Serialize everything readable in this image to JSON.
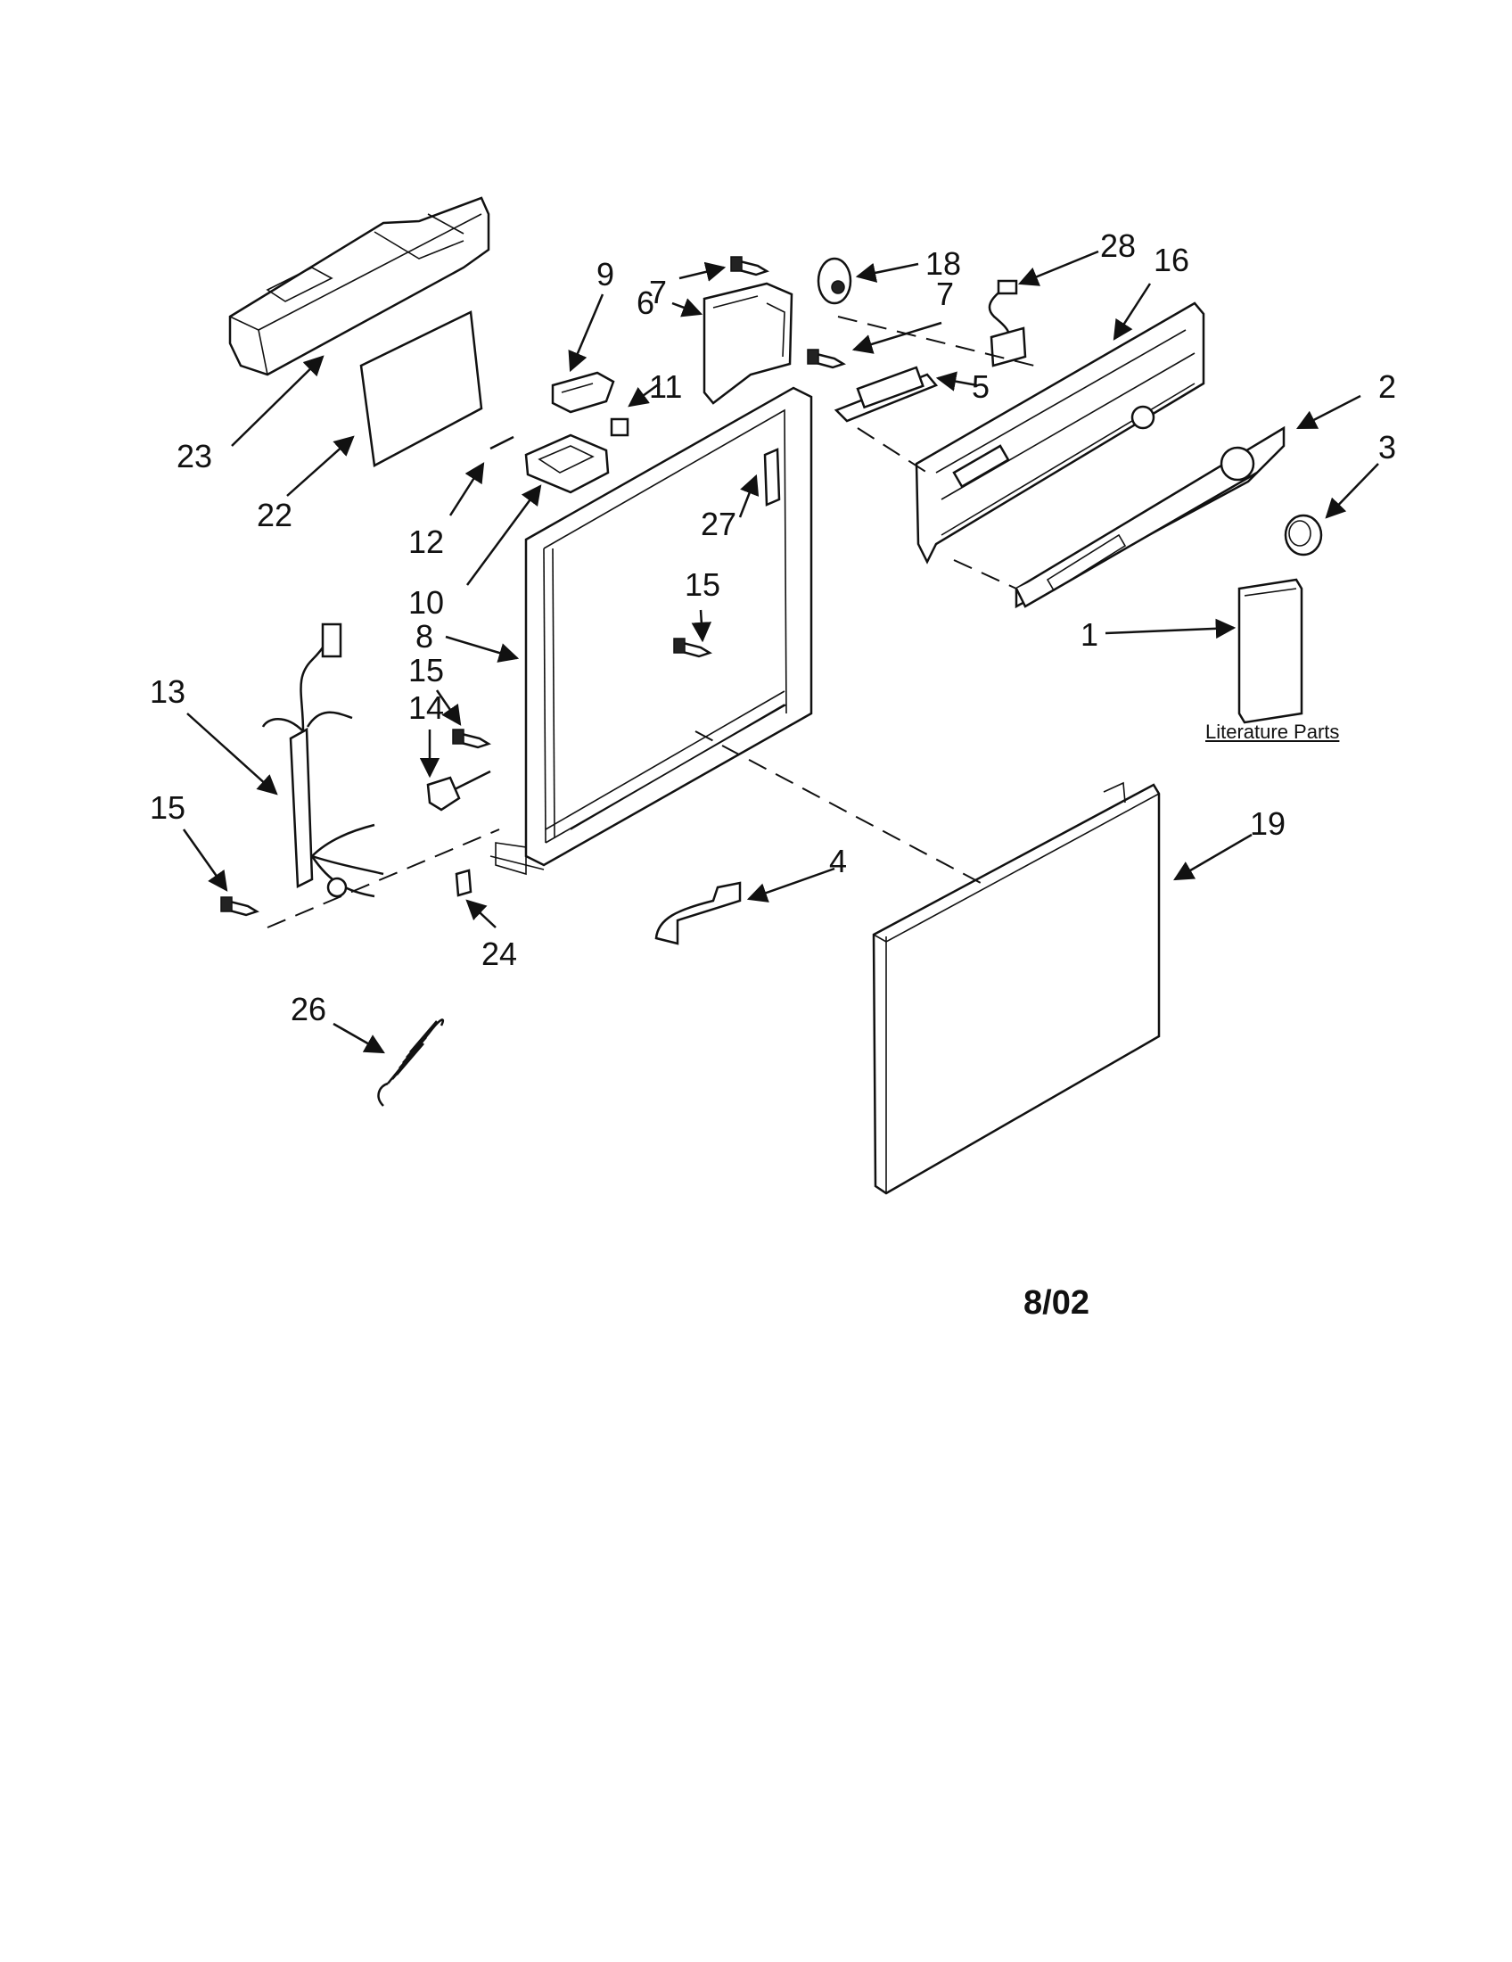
{
  "diagram": {
    "callouts": [
      {
        "id": "c23",
        "label": "23"
      },
      {
        "id": "c22",
        "label": "22"
      },
      {
        "id": "c9",
        "label": "9"
      },
      {
        "id": "c11",
        "label": "11"
      },
      {
        "id": "c12",
        "label": "12"
      },
      {
        "id": "c10",
        "label": "10"
      },
      {
        "id": "c7a",
        "label": "7"
      },
      {
        "id": "c18",
        "label": "18"
      },
      {
        "id": "c6",
        "label": "6"
      },
      {
        "id": "c7b",
        "label": "7"
      },
      {
        "id": "c5",
        "label": "5"
      },
      {
        "id": "c28",
        "label": "28"
      },
      {
        "id": "c16",
        "label": "16"
      },
      {
        "id": "c2",
        "label": "2"
      },
      {
        "id": "c3",
        "label": "3"
      },
      {
        "id": "c27",
        "label": "27"
      },
      {
        "id": "c15a",
        "label": "15"
      },
      {
        "id": "c8",
        "label": "8"
      },
      {
        "id": "c1",
        "label": "1"
      },
      {
        "id": "c13",
        "label": "13"
      },
      {
        "id": "c15b",
        "label": "15"
      },
      {
        "id": "c14",
        "label": "14"
      },
      {
        "id": "c15c",
        "label": "15"
      },
      {
        "id": "c24",
        "label": "24"
      },
      {
        "id": "c4",
        "label": "4"
      },
      {
        "id": "c19",
        "label": "19"
      },
      {
        "id": "c26",
        "label": "26"
      }
    ],
    "literature_label": "Literature Parts",
    "date_code": "8/02"
  }
}
